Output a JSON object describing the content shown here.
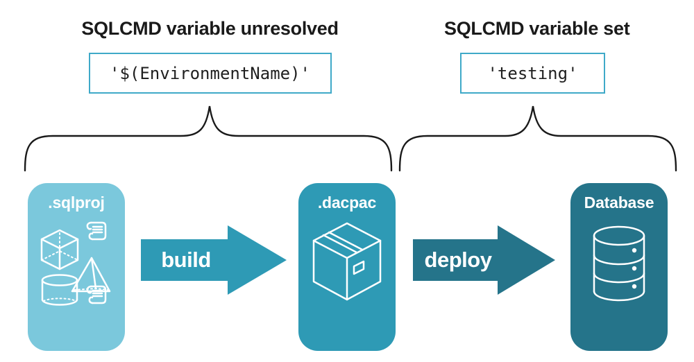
{
  "annotations": [
    {
      "heading": "SQLCMD variable unresolved",
      "code": "'$(EnvironmentName)'"
    },
    {
      "heading": "SQLCMD variable set",
      "code": "'testing'"
    }
  ],
  "nodes": [
    {
      "label": ".sqlproj",
      "icon": "sql-objects-icon"
    },
    {
      "label": ".dacpac",
      "icon": "package-box-icon"
    },
    {
      "label": "Database",
      "icon": "database-cylinder-icon"
    }
  ],
  "arrows": [
    {
      "label": "build"
    },
    {
      "label": "deploy"
    }
  ],
  "colors": {
    "ink": "#1a1a1a",
    "sqlproj_fill": "#7bc8dc",
    "dacpac_fill": "#2e9ab5",
    "database_fill": "#25748a",
    "build_arrow_fill": "#2e9ab5",
    "deploy_arrow_fill": "#25748a",
    "code_border": "#3fa9c8",
    "node_text": "#ffffff",
    "background": "#ffffff"
  }
}
